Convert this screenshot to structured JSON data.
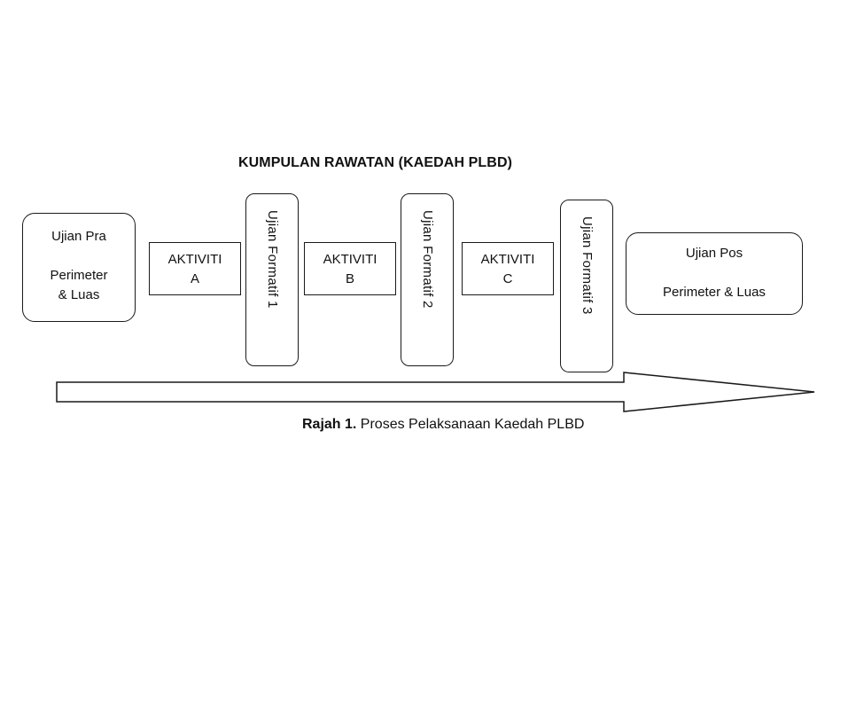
{
  "heading": "KUMPULAN RAWATAN (KAEDAH PLBD)",
  "pre_test": {
    "line1": "Ujian Pra",
    "line2": "Perimeter",
    "line3": "& Luas"
  },
  "activities": [
    {
      "line1": "AKTIVITI",
      "line2": "A"
    },
    {
      "line1": "AKTIVITI",
      "line2": "B"
    },
    {
      "line1": "AKTIVITI",
      "line2": "C"
    }
  ],
  "formatives": [
    {
      "label": "Ujian Formatif  1"
    },
    {
      "label": "Ujian Formatif  2"
    },
    {
      "label": "Ujian Formatif  3"
    }
  ],
  "post_test": {
    "line1": "Ujian Pos",
    "line2": "Perimeter & Luas"
  },
  "caption": {
    "bold": "Rajah 1.",
    "text": " Proses Pelaksanaan Kaedah PLBD"
  }
}
